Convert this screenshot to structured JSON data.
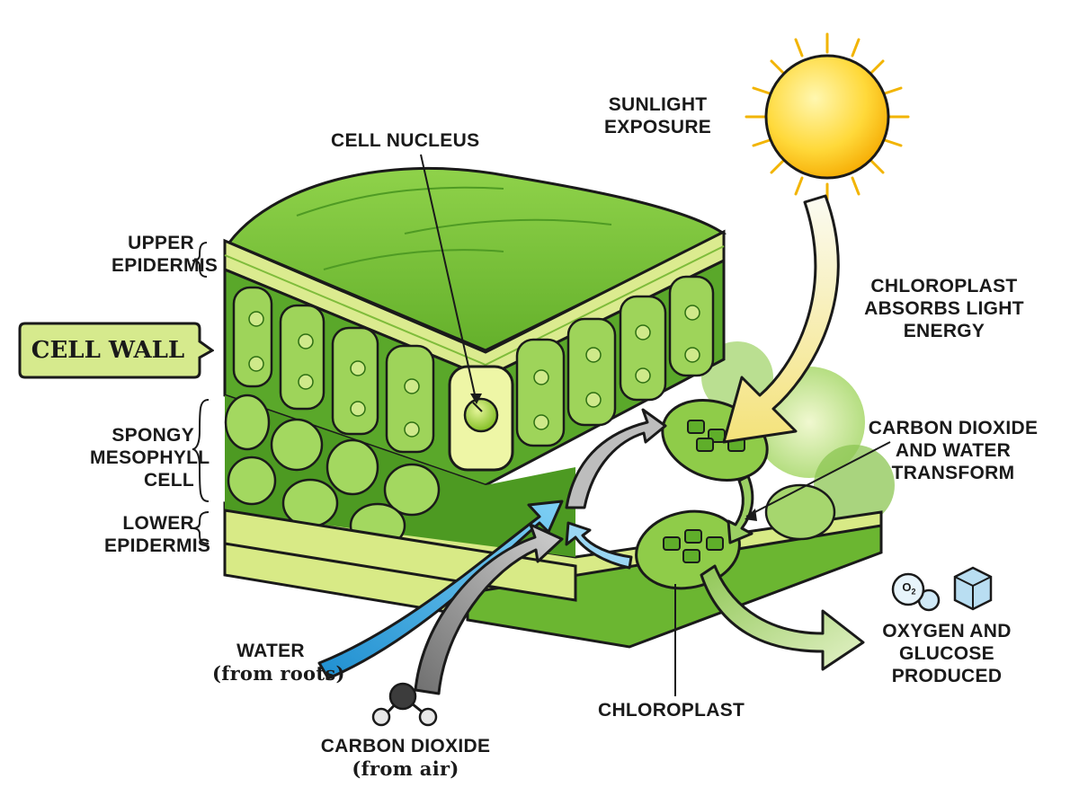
{
  "labels": {
    "cell_nucleus": "CELL NUCLEUS",
    "sunlight": [
      "SUNLIGHT",
      "EXPOSURE"
    ],
    "upper_epidermis": [
      "UPPER",
      "EPIDERMIS"
    ],
    "cell_wall": "CELL WALL",
    "spongy": [
      "SPONGY",
      "MESOPHYLL",
      "CELL"
    ],
    "lower_epidermis": [
      "LOWER",
      "EPIDERMIS"
    ],
    "chloroplast_absorbs": [
      "CHLOROPLAST",
      "ABSORBS LIGHT",
      "ENERGY"
    ],
    "co2_water_transform": [
      "CARBON DIOXIDE",
      "AND WATER",
      "TRANSFORM"
    ],
    "oxygen_glucose": [
      "OXYGEN AND",
      "GLUCOSE",
      "PRODUCED"
    ],
    "chloroplast": "CHLOROPLAST",
    "water": "WATER",
    "water_sub": "(from roots)",
    "carbon_dioxide": "CARBON DIOXIDE",
    "carbon_dioxide_sub": "(from air)",
    "o2_symbol": "O",
    "o2_subscript": "2"
  },
  "colors": {
    "leaf_top": "#7cc43a",
    "leaf_dark": "#3f8f1e",
    "epidermis": "#d9ea8a",
    "cell": "#92cf4f",
    "sun": "#ffc21a",
    "water_arrow": "#3fa9e0",
    "co2_arrow": "#8a8a8a",
    "light_arrow": "#f1e99a",
    "output_arrow": "#b9d98a"
  }
}
